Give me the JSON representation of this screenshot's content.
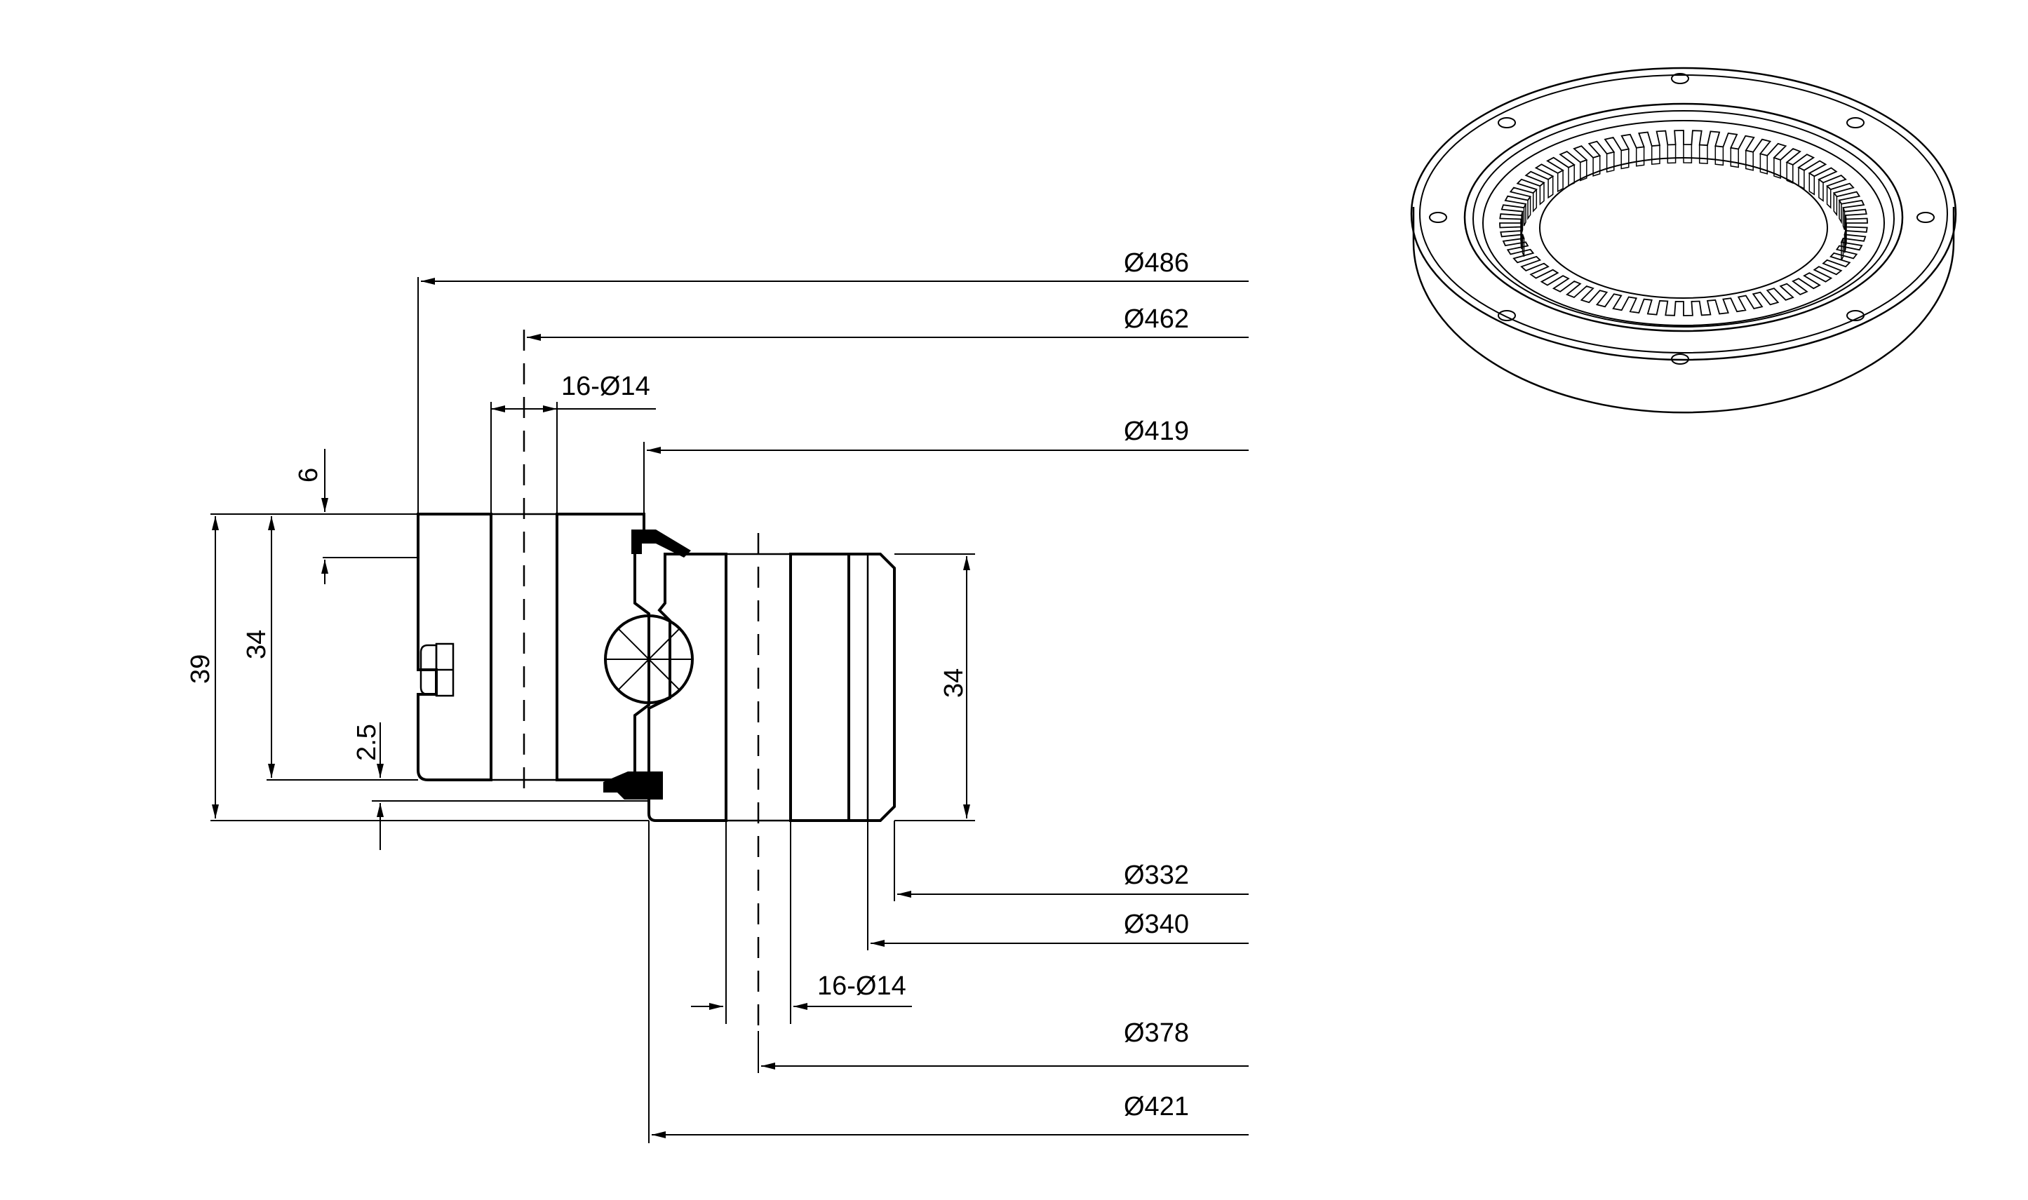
{
  "labels": {
    "d486": "Ø486",
    "d462": "Ø462",
    "holes_top": "16-Ø14",
    "d419": "Ø419",
    "h6": "6",
    "h39": "39",
    "h34_left": "34",
    "h2_5": "2.5",
    "h34_right": "34",
    "d332": "Ø332",
    "d340": "Ø340",
    "holes_bottom": "16-Ø14",
    "d378": "Ø378",
    "d421": "Ø421"
  },
  "colors": {
    "line": "#000000",
    "background": "#ffffff"
  },
  "icons": {
    "ball": "bearing-ball-icon",
    "perspective": "slewing-ring-perspective-icon"
  }
}
